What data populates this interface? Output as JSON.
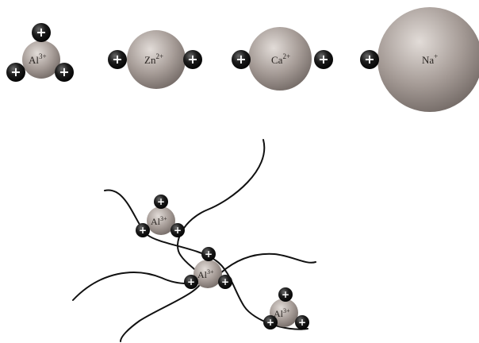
{
  "ions": [
    {
      "symbol": "Al",
      "charge": "3+"
    },
    {
      "symbol": "Zn",
      "charge": "2+"
    },
    {
      "symbol": "Ca",
      "charge": "2+"
    },
    {
      "symbol": "Na",
      "charge": "+"
    }
  ],
  "crosslinked_ions": [
    {
      "symbol": "Al",
      "charge": "3+"
    },
    {
      "symbol": "Al",
      "charge": "3+"
    },
    {
      "symbol": "Al",
      "charge": "3+"
    }
  ],
  "plus_sign": "+",
  "colors": {
    "ion_light": "#e2dcd8",
    "ion_mid": "#a59b96",
    "ion_dark": "#6d6460",
    "charge_ball": "#1b1b1b",
    "chain": "#111111"
  }
}
